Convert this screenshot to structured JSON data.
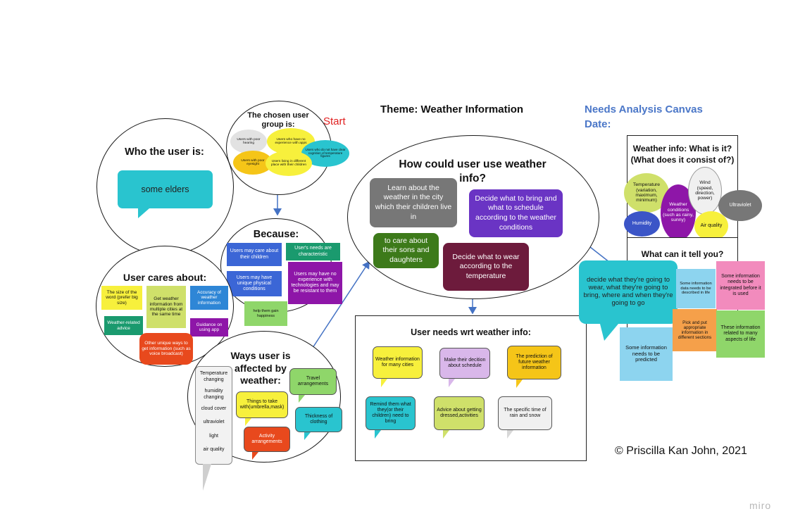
{
  "header": {
    "theme": "Theme: Weather Information",
    "canvas_title": "Needs Analysis Canvas",
    "canvas_date": "Date:",
    "start": "Start",
    "copyright": "© Priscilla Kan John, 2021",
    "brand": "miro"
  },
  "who": {
    "title": "Who the user is:",
    "bubble": "some elders"
  },
  "group": {
    "title": "The chosen user group is:",
    "blobs": [
      "Users with poor hearing",
      "Users who have no experience with apps",
      "Users who do not have clear cognition of temperature figures",
      "Users with poor eyesight",
      "Users living in different place with their children"
    ]
  },
  "because": {
    "title": "Because:",
    "notes": [
      "Users may care about their children",
      "User's needs are characteristic",
      "Users may have unique physical conditions",
      "Users may have no experience with technologies and may be resistant to them",
      "help them gain happiness"
    ]
  },
  "cares": {
    "title": "User cares about:",
    "notes": [
      "The size of the word (prefer big size)",
      "Get weather information from multiple cities at the same time",
      "Accuracy of weather information",
      "Weather-related advice",
      "Guidance on using app",
      "Other unique ways to get information (such as voice broadcast)"
    ]
  },
  "affected": {
    "title": "Ways user is affected by weather:",
    "list": [
      "Temperature changing",
      "humidity changing",
      "cloud cover",
      "ultraviolet",
      "light",
      "air quality"
    ],
    "bubbles": [
      "Things to take with(umbrella,mask)",
      "Travel arrangements",
      "Activity arrangements",
      "Thickness of clothing"
    ]
  },
  "how": {
    "title": "How could user use weather info?",
    "boxes": [
      "Learn about the weather in the city which their children live in",
      "Decide what to bring and what to schedule according to the weather conditions",
      "to care about their sons and daughters",
      "Decide what to wear according to the temperature"
    ]
  },
  "needs": {
    "title": "User needs wrt weather info:",
    "bubbles": [
      "Weather information for many cities",
      "Make their decition about schedule",
      "The prediction of future weather information",
      "Remind them what they(or their children) need to bring",
      "Advice about getting dressed,activities",
      "The specific time of rain and snow"
    ]
  },
  "info": {
    "title": "Weather info: What is it? (What does it consist of?)",
    "blobs": [
      "Temperature (variation, maximum, minimum)",
      "Weather conditions (such as rainy, sunny)",
      "Wind (speed, direction, power)",
      "Ultraviolet",
      "Humidity",
      "Air quality"
    ]
  },
  "tell": {
    "title": "What can it tell you?",
    "bubble": "decide what they're going to wear, what they're going to bring, where and when they're going to go",
    "notes": [
      "Some information data needs to be described in life",
      "Some information needs to be integrated before it is used",
      "Pick and put appropriate information in different sections",
      "These information related to many aspects of life",
      "Some information needs to be predicted"
    ]
  },
  "colors": {
    "teal": "#29c4cf",
    "yellow": "#f7f03c",
    "lime": "#cfe06a",
    "blue": "#3b66d6",
    "green": "#1a9a6e",
    "purple": "#7b1fa2",
    "red": "#e8491d",
    "maroon": "#6d1b3c",
    "dark_green": "#3d7a1a",
    "gray": "#777777",
    "violet": "#6a34c4",
    "pink": "#f28bbd",
    "orange": "#f5a04a",
    "sky": "#8dd4ef",
    "mint": "#8fd66a",
    "lavender": "#d9b7ea",
    "gold": "#f5c518"
  }
}
